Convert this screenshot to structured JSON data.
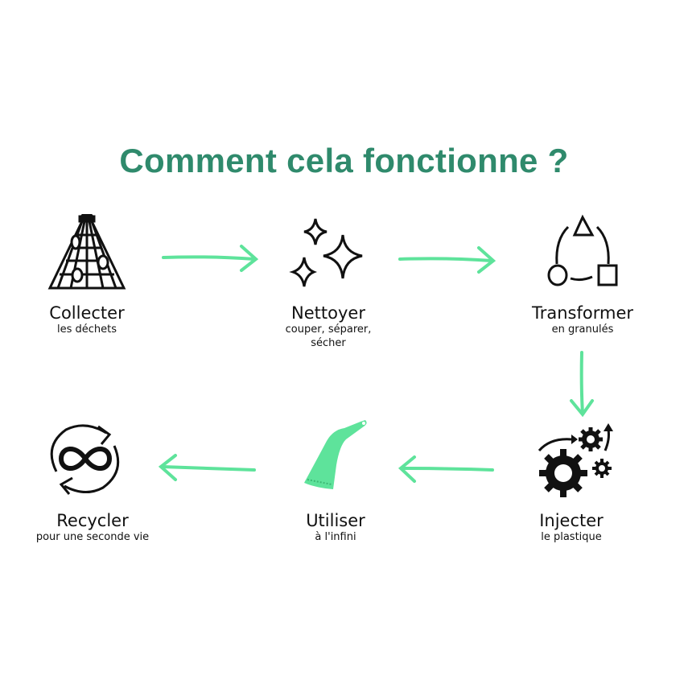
{
  "title": "Comment cela fonctionne ?",
  "accent_color": "#5ee39b",
  "title_color": "#2f8a6c",
  "steps": [
    {
      "name": "Collecter",
      "sub": "les déchets",
      "icon": "fishing-net-icon"
    },
    {
      "name": "Nettoyer",
      "sub": "couper, séparer, sécher",
      "icon": "sparkles-icon"
    },
    {
      "name": "Transformer",
      "sub": "en granulés",
      "icon": "shapes-cycle-icon"
    },
    {
      "name": "Injecter",
      "sub": "le plastique",
      "icon": "gears-icon"
    },
    {
      "name": "Utiliser",
      "sub": "à l'infini",
      "icon": "ice-scraper-icon"
    },
    {
      "name": "Recycler",
      "sub": "pour une seconde vie",
      "icon": "infinity-recycle-icon"
    }
  ]
}
